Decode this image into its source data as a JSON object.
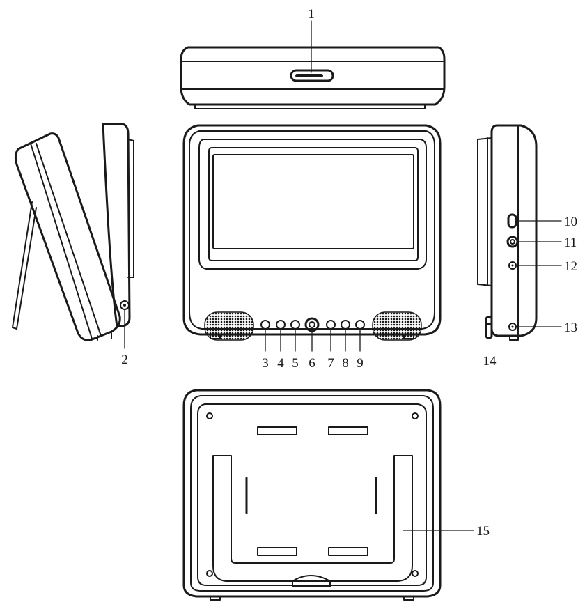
{
  "diagram": {
    "callouts": {
      "c1": "1",
      "c2": "2",
      "c3": "3",
      "c4": "4",
      "c5": "5",
      "c6": "6",
      "c7": "7",
      "c8": "8",
      "c9": "9",
      "c10": "10",
      "c11": "11",
      "c12": "12",
      "c13": "13",
      "c14": "14",
      "c15": "15"
    },
    "colors": {
      "line": "#1a1a1a",
      "background": "#ffffff",
      "speaker": "#1a1a1a"
    }
  }
}
